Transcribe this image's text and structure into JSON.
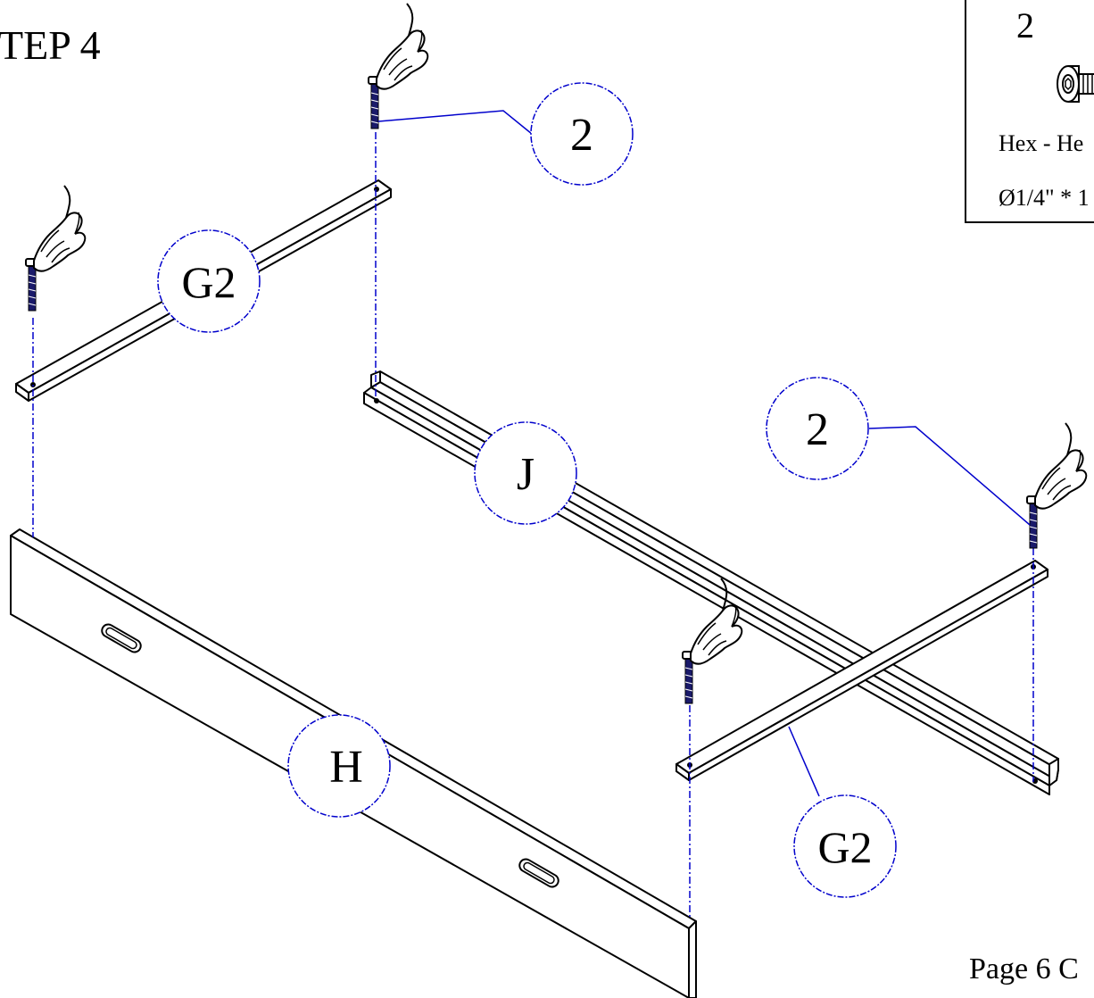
{
  "step": {
    "title": "TEP 4"
  },
  "page": {
    "label": "Page 6 C"
  },
  "hardware": {
    "quantity": "2",
    "name": "Hex - He",
    "size": "Ø1/4\" * 1",
    "icon": "hex-bolt-icon"
  },
  "callouts": {
    "bolt_qty_top": "2",
    "bolt_qty_right": "2",
    "part_g2_left": "G2",
    "part_g2_right": "G2",
    "part_j": "J",
    "part_h": "H"
  },
  "colors": {
    "leader": "#0000cc",
    "outline": "#000000",
    "background": "#ffffff"
  }
}
